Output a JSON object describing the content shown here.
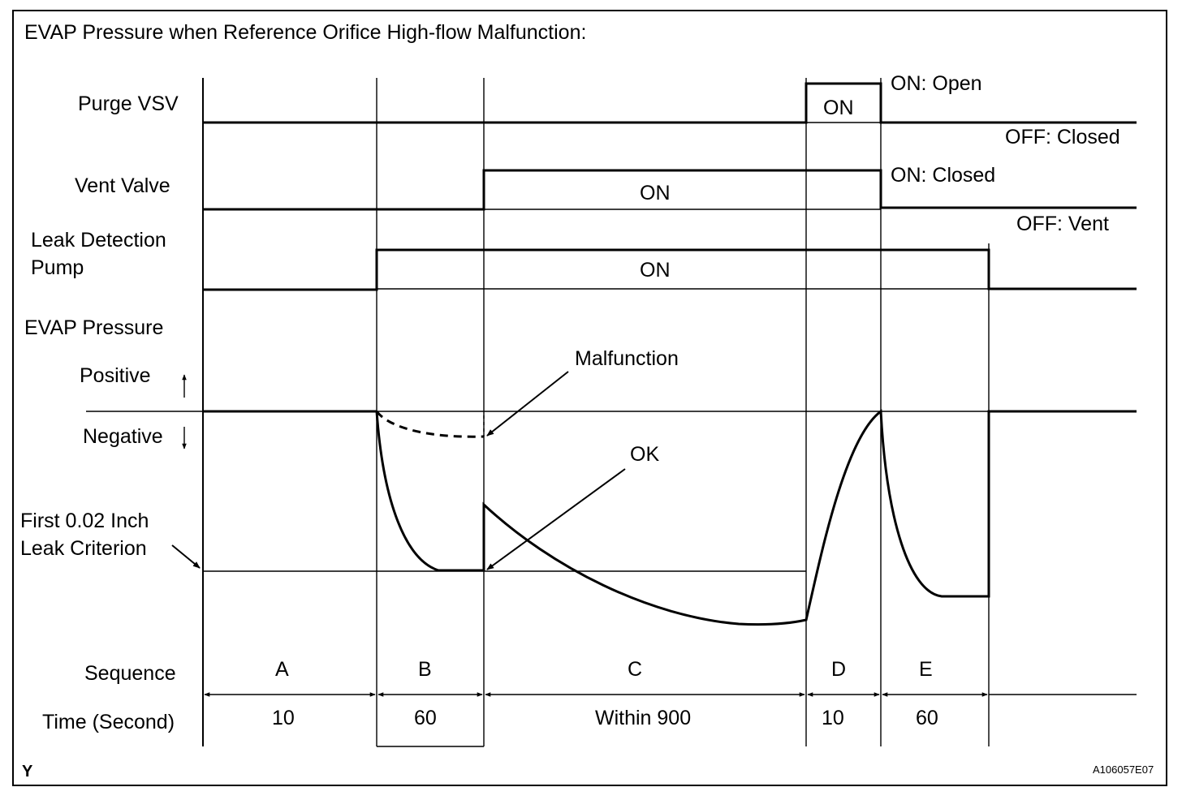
{
  "title": "EVAP Pressure when Reference Orifice High-flow Malfunction:",
  "rows": {
    "purge_vsv": "Purge VSV",
    "vent_valve": "Vent Valve",
    "leak_pump_line1": "Leak Detection",
    "leak_pump_line2": "Pump",
    "evap_pressure": "EVAP Pressure",
    "positive": "Positive",
    "negative": "Negative",
    "criterion_line1": "First 0.02 Inch",
    "criterion_line2": "Leak Criterion",
    "sequence": "Sequence",
    "time": "Time (Second)"
  },
  "states": {
    "purge_on": "ON",
    "purge_on_note": "ON: Open",
    "purge_off_note": "OFF: Closed",
    "vent_on": "ON",
    "vent_on_note": "ON: Closed",
    "vent_off_note": "OFF: Vent",
    "pump_on": "ON"
  },
  "annotations": {
    "malfunction": "Malfunction",
    "ok": "OK"
  },
  "sequence": [
    {
      "label": "A",
      "time": "10"
    },
    {
      "label": "B",
      "time": "60"
    },
    {
      "label": "C",
      "time": "Within 900"
    },
    {
      "label": "D",
      "time": "10"
    },
    {
      "label": "E",
      "time": "60"
    }
  ],
  "footer": {
    "left_mark": "Y",
    "code": "A106057E07"
  }
}
